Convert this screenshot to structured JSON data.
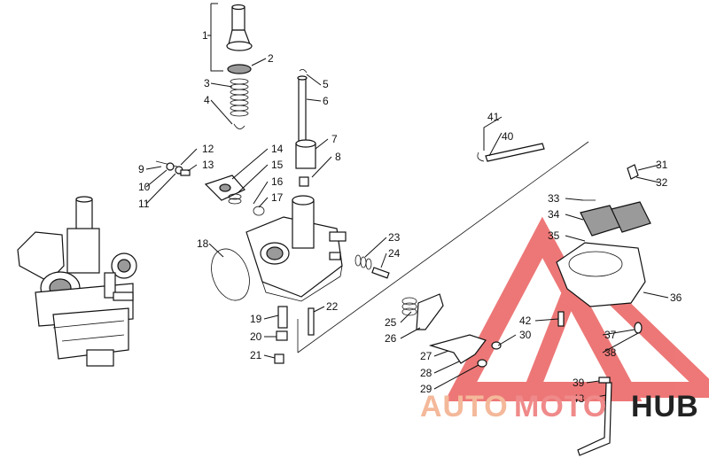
{
  "diagram": {
    "callouts": [
      "1",
      "2",
      "3",
      "4",
      "5",
      "6",
      "7",
      "8",
      "9",
      "10",
      "11",
      "12",
      "13",
      "14",
      "15",
      "16",
      "17",
      "18",
      "19",
      "20",
      "21",
      "22",
      "23",
      "24",
      "25",
      "26",
      "27",
      "28",
      "29",
      "30",
      "31",
      "32",
      "33",
      "34",
      "35",
      "36",
      "37",
      "38",
      "39",
      "40",
      "41",
      "42",
      "43"
    ]
  },
  "watermark": {
    "part1": "AUTO",
    "part2": "MOTO",
    "part3": "HUB",
    "color1": "#f4b89a",
    "color2": "#f08a8a",
    "color3": "#222222",
    "triangle_color": "#e84a4a"
  },
  "colors": {
    "line": "#111111",
    "background": "#ffffff"
  }
}
